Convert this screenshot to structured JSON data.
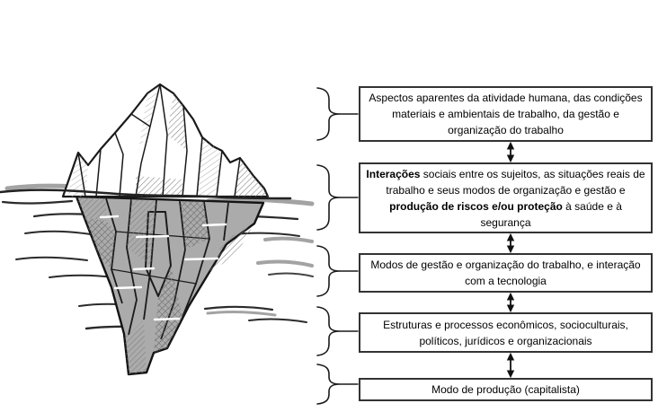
{
  "colors": {
    "box_border": "#333333",
    "box_background": "#ffffff",
    "text": "#000000",
    "iceberg_outline": "#1a1a1a",
    "iceberg_underwater_fill": "#ababab",
    "water_line_dark": "#2a2a2a",
    "water_line_gray": "#a3a3a3"
  },
  "icons": {
    "iceberg": "iceberg-illustration",
    "brace": "right-curly-brace",
    "arrow": "double-headed-vertical-arrow"
  },
  "boxes": [
    {
      "id": "aspectos-aparentes",
      "text": "Aspectos aparentes da atividade humana, das condições materiais e ambientais de trabalho, da gestão e organização do trabalho"
    },
    {
      "id": "interacoes-sociais",
      "segments": [
        {
          "text": "Interações",
          "bold": true
        },
        {
          "text": " sociais entre os sujeitos, as situações reais de trabalho e seus modos de organização e gestão e ",
          "bold": false
        },
        {
          "text": "produção de riscos e/ou proteção",
          "bold": true
        },
        {
          "text": " à saúde e à segurança",
          "bold": false
        }
      ]
    },
    {
      "id": "modos-de-gestao",
      "text": "Modos de gestão e organização do trabalho, e interação com a tecnologia"
    },
    {
      "id": "estruturas-processos",
      "text": "Estruturas e processos econômicos, socioculturais, políticos, jurídicos e organizacionais"
    },
    {
      "id": "modo-de-producao",
      "text": "Modo de produção (capitalista)"
    }
  ]
}
